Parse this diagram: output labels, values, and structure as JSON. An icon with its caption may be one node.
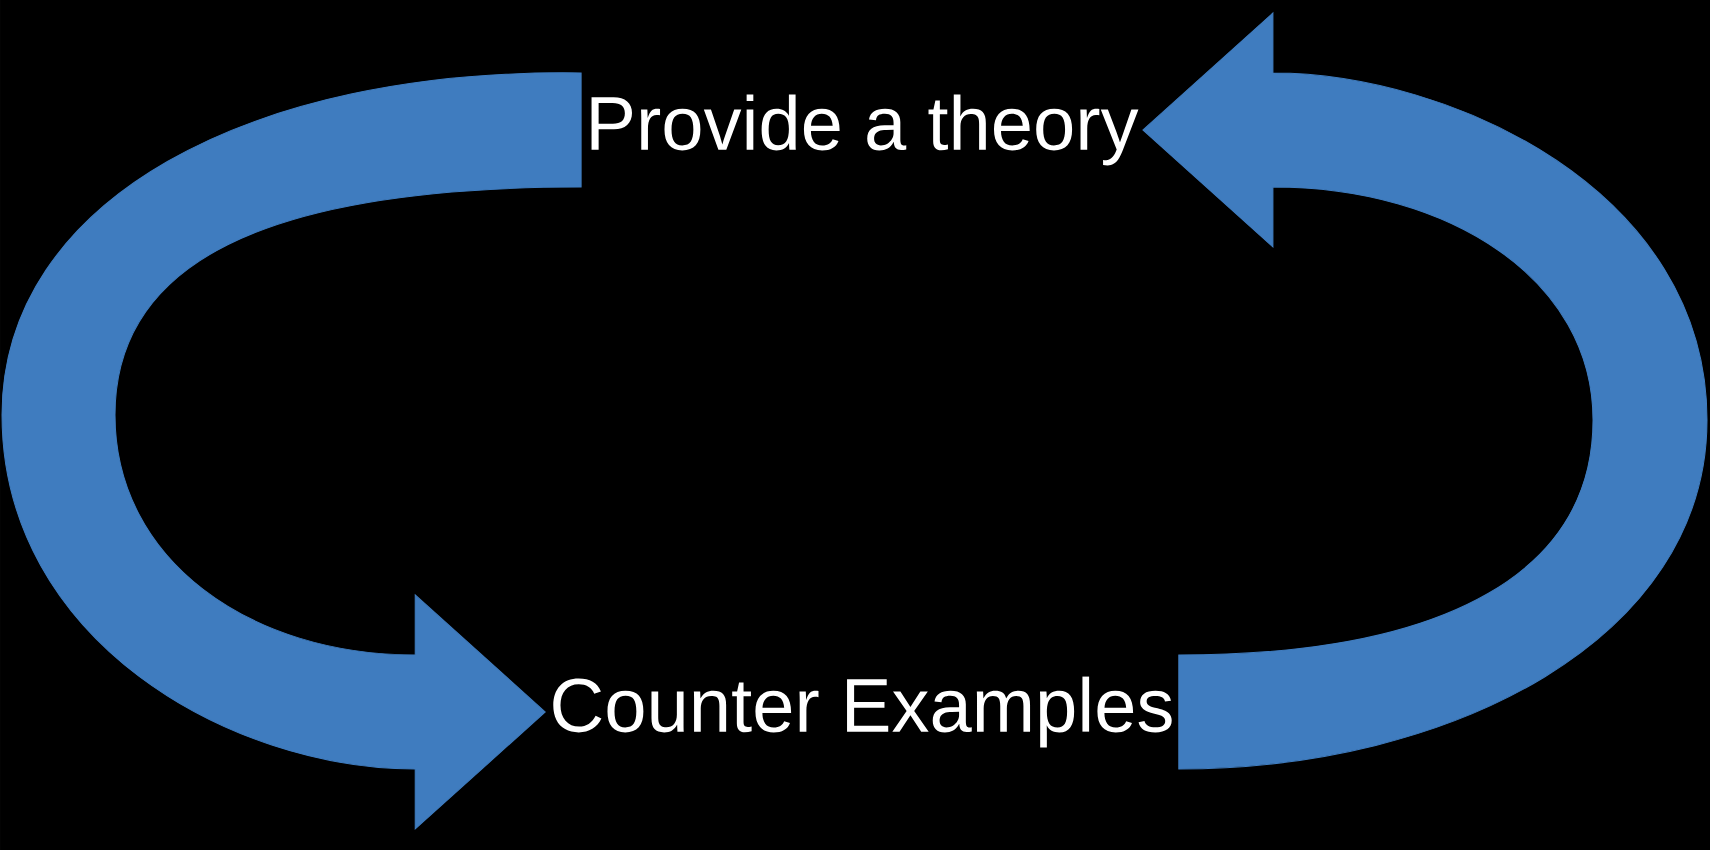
{
  "diagram": {
    "nodes": [
      {
        "text": [
          "Provide a theory"
        ]
      },
      {
        "text": [
          "Counter Examples"
        ]
      }
    ],
    "edges": [
      {
        "from": 0,
        "to": 1,
        "arrow": "to"
      },
      {
        "from": 1,
        "to": 0,
        "arrow": "to"
      }
    ]
  }
}
